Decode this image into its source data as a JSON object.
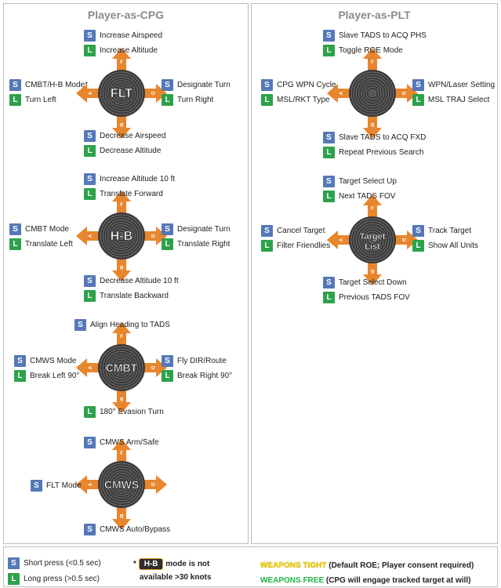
{
  "panels": {
    "cpg_title": "Player-as-CPG",
    "plt_title": "Player-as-PLT"
  },
  "hats": {
    "flt": {
      "label": "FLT",
      "up": {
        "s": "Increase Airspeed",
        "l": "Increase Altitude"
      },
      "down": {
        "s": "Decrease Airspeed",
        "l": "Decrease Altitude"
      },
      "left": {
        "s": "CMBT/H-B Mode*",
        "l": "Turn Left"
      },
      "right": {
        "s": "Designate Turn",
        "l": "Turn Right"
      }
    },
    "hb": {
      "label": "H-B",
      "up": {
        "s": "Increase Altitude 10 ft",
        "l": "Translate Forward"
      },
      "down": {
        "s": "Decrease Altitude 10 ft",
        "l": "Translate Backward"
      },
      "left": {
        "s": "CMBT Mode",
        "l": "Translate Left"
      },
      "right": {
        "s": "Designate Turn",
        "l": "Translate Right"
      }
    },
    "cmbt": {
      "label": "CMBT",
      "up": {
        "s": "Align Heading to TADS"
      },
      "down": {
        "l": "180° Evasion Turn"
      },
      "left": {
        "s": "CMWS Mode",
        "l": "Break Left 90°"
      },
      "right": {
        "s": "Fly DIR/Route",
        "l": "Break Right 90°"
      }
    },
    "cmws": {
      "label": "CMWS",
      "up": {
        "s": "CMWS Arm/Safe"
      },
      "down": {
        "s": "CMWS Auto/Bypass"
      },
      "left": {
        "s": "FLT Mode"
      }
    },
    "plt1": {
      "label": "",
      "up": {
        "s": "Slave TADS to ACQ PHS",
        "l": "Toggle ROE Mode"
      },
      "down": {
        "s": "Slave TADS to ACQ FXD",
        "l": "Repeat Previous Search"
      },
      "left": {
        "s": "CPG WPN Cycle",
        "l": "MSL/RKT Type"
      },
      "right": {
        "s": "WPN/Laser Setting",
        "l": "MSL TRAJ Select"
      }
    },
    "target": {
      "label_line1": "Target",
      "label_line2": "List",
      "up": {
        "s": "Target Select Up",
        "l": "Next TADS FOV"
      },
      "down": {
        "s": "Target Select Down",
        "l": "Previous TADS FOV"
      },
      "left": {
        "s": "Cancel Target",
        "l": "Filter Friendlies"
      },
      "right": {
        "s": "Track Target",
        "l": "Show All Units"
      }
    }
  },
  "hat_letters": {
    "u": "F",
    "d": "B",
    "l": "A",
    "r": "D"
  },
  "badges": {
    "s": "S",
    "l": "L"
  },
  "legend": {
    "short_press": "Short press (<0.5 sec)",
    "long_press": "Long press (>0.5 sec)",
    "asterisk": "*",
    "hb_pill": "H-B",
    "hb_note1": "mode is not",
    "hb_note2": "available >30 knots",
    "weapons_tight": "WEAPONS TIGHT",
    "weapons_tight_note": "(Default ROE; Player consent required)",
    "weapons_free": "WEAPONS FREE",
    "weapons_free_note": "(CPG will engage tracked target at will)"
  },
  "colors": {
    "short_badge": "#5578b8",
    "long_badge": "#2da24a",
    "arrow": "#e8862e",
    "hat_dark": "#3a3a3a",
    "weapons_tight": "#f0d000",
    "weapons_free": "#1fb543"
  }
}
